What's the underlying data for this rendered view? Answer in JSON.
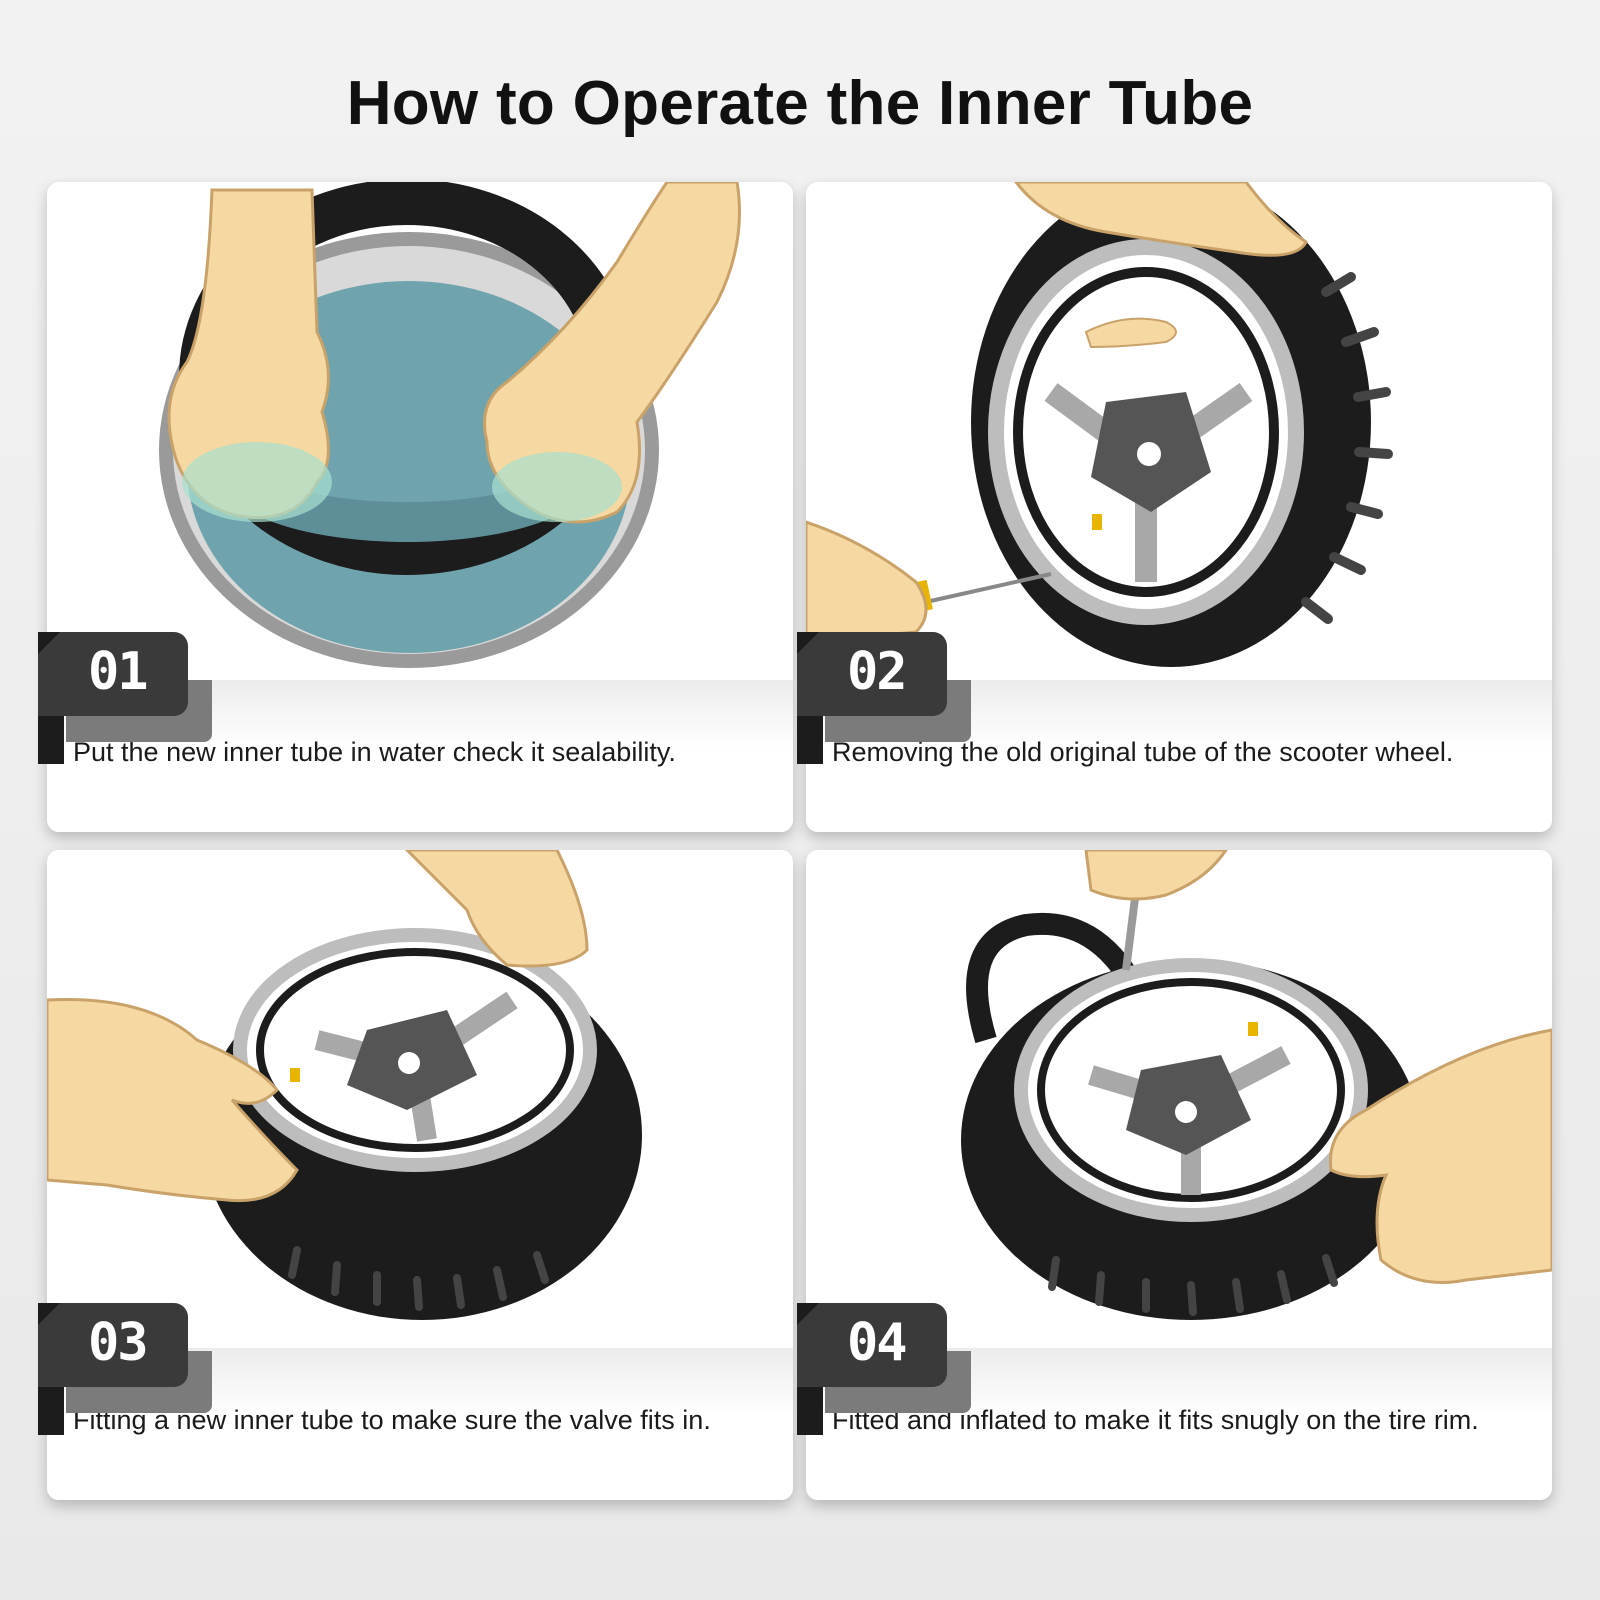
{
  "title": "How to Operate the Inner Tube",
  "steps": [
    {
      "number": "01",
      "caption": "Put the new inner tube in water check it sealability.",
      "illustration": "tube-in-water"
    },
    {
      "number": "02",
      "caption": "Removing the old original tube of the scooter wheel.",
      "illustration": "remove-tube"
    },
    {
      "number": "03",
      "caption": "Fitting a new inner tube to make sure the valve fits in.",
      "illustration": "fit-tube"
    },
    {
      "number": "04",
      "caption": "Fitted and inflated to make it fits snugly on the tire rim.",
      "illustration": "inflate-tube"
    }
  ],
  "colors": {
    "skin": "#f6d8a2",
    "skin_outline": "#c9a26a",
    "tire": "#1c1c1c",
    "rim": "#bdbdbd",
    "water": "#6fa3ad",
    "valve": "#e8b400",
    "badge": "#3a3a3a"
  }
}
